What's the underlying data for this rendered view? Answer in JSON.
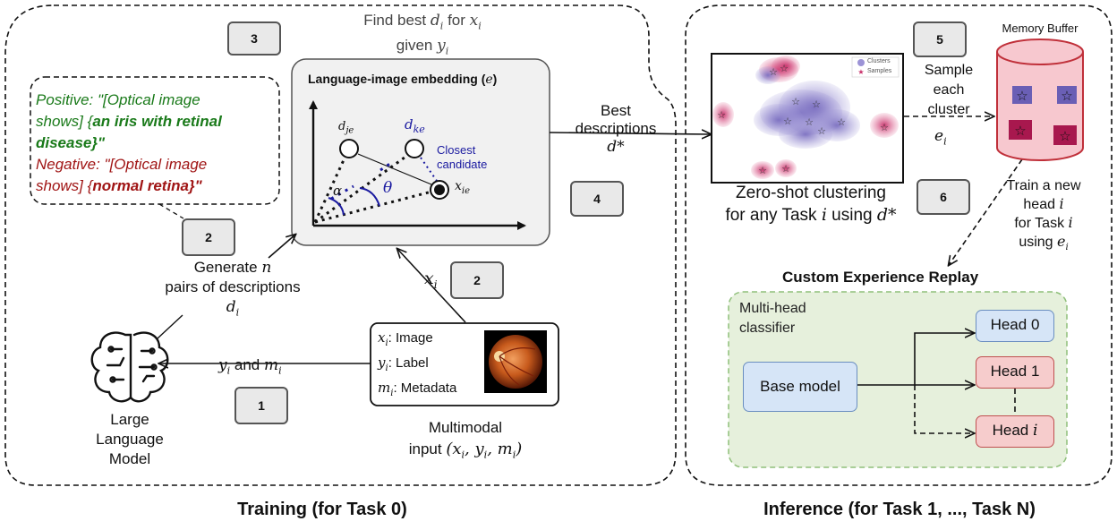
{
  "training": {
    "title": "Training (for Task 0)",
    "find_best_line1": "Find best",
    "find_best_d": "d",
    "find_best_d_sub": "i",
    "find_best_for": "for",
    "find_best_x": "x",
    "find_best_x_sub": "i",
    "find_best_given": "given",
    "find_best_y": "y",
    "find_best_y_sub": "i",
    "embedding_title": "Language-image embedding (",
    "embedding_var": "e",
    "embedding_close": ")",
    "d_je": "d",
    "d_je_sub": "je",
    "d_ke": "d",
    "d_ke_sub": "ke",
    "x_ie": "x",
    "x_ie_sub": "ie",
    "alpha": "α",
    "theta": "θ",
    "closest_candidate_1": "Closest",
    "closest_candidate_2": "candidate",
    "positive_1": "Positive: \"[Optical image",
    "positive_2a": "shows] {",
    "positive_2b": "an iris with retinal",
    "positive_3a": "disease",
    "positive_3b": "}\"",
    "negative_1": "Negative: \"[Optical image",
    "negative_2a": "shows] {",
    "negative_2b": "normal retina",
    "negative_2c": "}\"",
    "generate_1": "Generate",
    "generate_n": "n",
    "generate_2": "pairs of descriptions",
    "generate_d": "d",
    "generate_d_sub": "i",
    "xi_label": "x",
    "xi_sub": "i",
    "yi_label": "y",
    "yi_sub": "i",
    "and": "and",
    "mi_label": "m",
    "mi_sub": "i",
    "llm_1": "Large",
    "llm_2": "Language",
    "llm_3": "Model",
    "input_rows": [
      {
        "var": "x",
        "sub": "i",
        "text": ":  Image"
      },
      {
        "var": "y",
        "sub": "i",
        "text": ":  Label"
      },
      {
        "var": "m",
        "sub": "i",
        "text": ": Metadata"
      }
    ],
    "multimodal_1": "Multimodal",
    "multimodal_2": "input",
    "multimodal_tuple": "(x",
    "multimodal_tuple_rest": "i",
    "best_desc_1": "Best",
    "best_desc_2": "descriptions",
    "best_desc_d": "d*",
    "badges": [
      "3",
      "2",
      "2",
      "1",
      "4"
    ]
  },
  "inference": {
    "title": "Inference (for Task 1, ..., Task N)",
    "zero_shot_1": "Zero-shot clustering",
    "zero_shot_2": "for any Task",
    "zero_shot_i": "i",
    "zero_shot_using": "using",
    "zero_shot_d": "d*",
    "scatter_legend": [
      "Clusters",
      "Samples"
    ],
    "sample_1": "Sample",
    "sample_2": "each",
    "sample_3": "cluster",
    "e_label": "e",
    "e_sub": "i",
    "memory_buffer": "Memory Buffer",
    "train_1": "Train a new",
    "train_2": "head",
    "train_2_i": "i",
    "train_3": "for Task",
    "train_3_i": "i",
    "train_4": "using",
    "train_4_e": "e",
    "train_4_sub": "i",
    "cer_title": "Custom Experience Replay",
    "multi_head_1": "Multi-head",
    "multi_head_2": "classifier",
    "base_model": "Base model",
    "head0": "Head 0",
    "head1": "Head 1",
    "headi": "Head",
    "headi_var": "i",
    "badges": [
      "5",
      "6"
    ]
  },
  "colors": {
    "positive": "#1a7a1a",
    "negative": "#a01515",
    "accent_blue": "#1a1aa0",
    "cluster_purple": "#7b6fc0",
    "cluster_pink": "#c8306a",
    "buffer_pink": "#f7c8cf",
    "buffer_border": "#c0303a",
    "green_panel": "#e6f0dc",
    "blue_box": "#d6e5f7",
    "red_box": "#f6cccc"
  }
}
